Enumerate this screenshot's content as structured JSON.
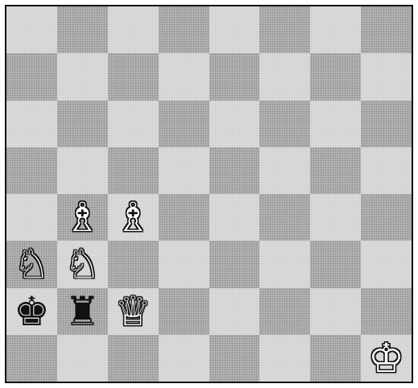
{
  "board": {
    "files": [
      "a",
      "b",
      "c",
      "d",
      "e",
      "f",
      "g",
      "h"
    ],
    "ranks": [
      8,
      7,
      6,
      5,
      4,
      3,
      2,
      1
    ],
    "bottom_left_square_color": "dark",
    "colors": {
      "light": "#dadada",
      "dark": "#b3b3b3"
    },
    "pieces": [
      {
        "square": "b4",
        "type": "bishop",
        "color": "white",
        "glyph": "♗"
      },
      {
        "square": "c4",
        "type": "bishop",
        "color": "white",
        "glyph": "♗"
      },
      {
        "square": "a3",
        "type": "knight",
        "color": "white",
        "glyph": "♘"
      },
      {
        "square": "b3",
        "type": "knight",
        "color": "white",
        "glyph": "♘"
      },
      {
        "square": "a2",
        "type": "king",
        "color": "black",
        "glyph": "♚"
      },
      {
        "square": "b2",
        "type": "rook",
        "color": "black",
        "glyph": "♜"
      },
      {
        "square": "c2",
        "type": "queen",
        "color": "white",
        "glyph": "♕"
      },
      {
        "square": "h1",
        "type": "king",
        "color": "white",
        "glyph": "♔"
      }
    ]
  }
}
